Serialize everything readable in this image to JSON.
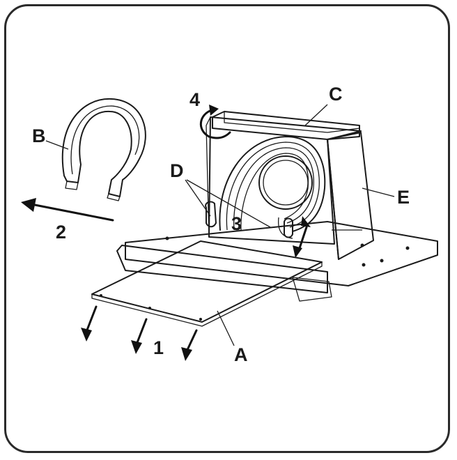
{
  "labels": {
    "A": "A",
    "B": "B",
    "C": "C",
    "D": "D",
    "E": "E",
    "step1": "1",
    "step2": "2",
    "step3": "3",
    "step4": "4"
  },
  "colors": {
    "line": "#1a1a1a",
    "frame": "#2a2a2a",
    "background": "#ffffff",
    "part_fill": "#f4f4f4",
    "shade": "#d9d9d9"
  }
}
